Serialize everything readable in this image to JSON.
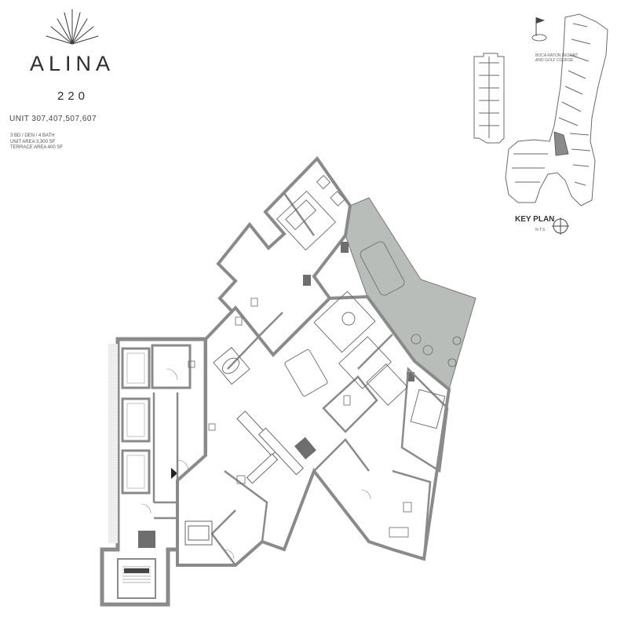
{
  "brand": {
    "name": "ALINA",
    "model": "220",
    "sunburst_icon": "sunburst-logo-icon"
  },
  "unit": {
    "line": "UNIT 307,407,507,607",
    "specs": [
      "3 BD / DEN / 4 BATH",
      "UNIT AREA 3,300 SF",
      "TERRACE AREA 400 SF"
    ]
  },
  "key_plan": {
    "title": "KEY PLAN",
    "scale": "N.T.S.",
    "course_label": [
      "BOCA RATON RESORT",
      "AND GOLF COURSE"
    ],
    "compass_icon": "north-compass-icon",
    "flag_icon": "golf-flag-icon"
  },
  "colors": {
    "wall": "#8a8a8a",
    "wall_dark": "#6e6e6e",
    "terrace": "#b9bdb9",
    "line": "#555555",
    "floor": "#ffffff"
  }
}
